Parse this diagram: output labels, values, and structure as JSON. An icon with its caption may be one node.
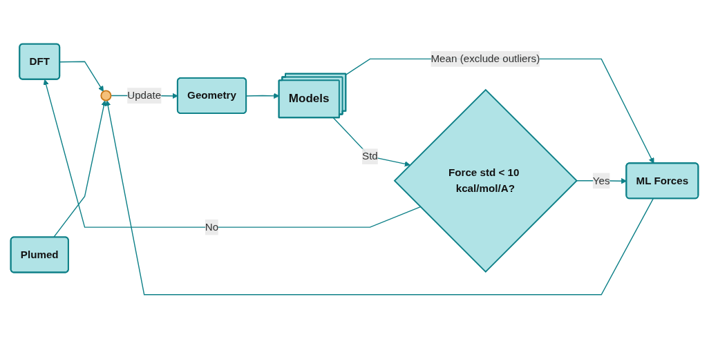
{
  "diagram": {
    "nodes": [
      {
        "text": [
          "DFT"
        ]
      },
      {
        "text": [
          "Plumed"
        ]
      },
      {
        "text": [],
        "shape": "circle"
      },
      {
        "text": [
          "Geometry"
        ]
      },
      {
        "text": [
          "Models"
        ]
      },
      {
        "text": [
          "Force std < 10 kcal/mol/A?"
        ]
      },
      {
        "text": [
          "ML Forces"
        ]
      }
    ],
    "edges": [
      {
        "from": 0,
        "to": 2,
        "arrow": "to"
      },
      {
        "from": 1,
        "to": 2,
        "arrow": "to"
      },
      {
        "from": 2,
        "to": 3,
        "arrow": "to",
        "label": "Update"
      },
      {
        "from": 3,
        "to": 4,
        "arrow": "to"
      },
      {
        "from": 4,
        "to": 5,
        "arrow": "to",
        "label": "Std"
      },
      {
        "from": 4,
        "to": 6,
        "arrow": "to",
        "label": "Mean (exclude outliers)"
      },
      {
        "from": 5,
        "to": 0,
        "arrow": "to",
        "label": "No"
      },
      {
        "from": 5,
        "to": 6,
        "arrow": "to",
        "label": "Yes"
      },
      {
        "from": 6,
        "to": 2,
        "arrow": "to"
      }
    ]
  }
}
